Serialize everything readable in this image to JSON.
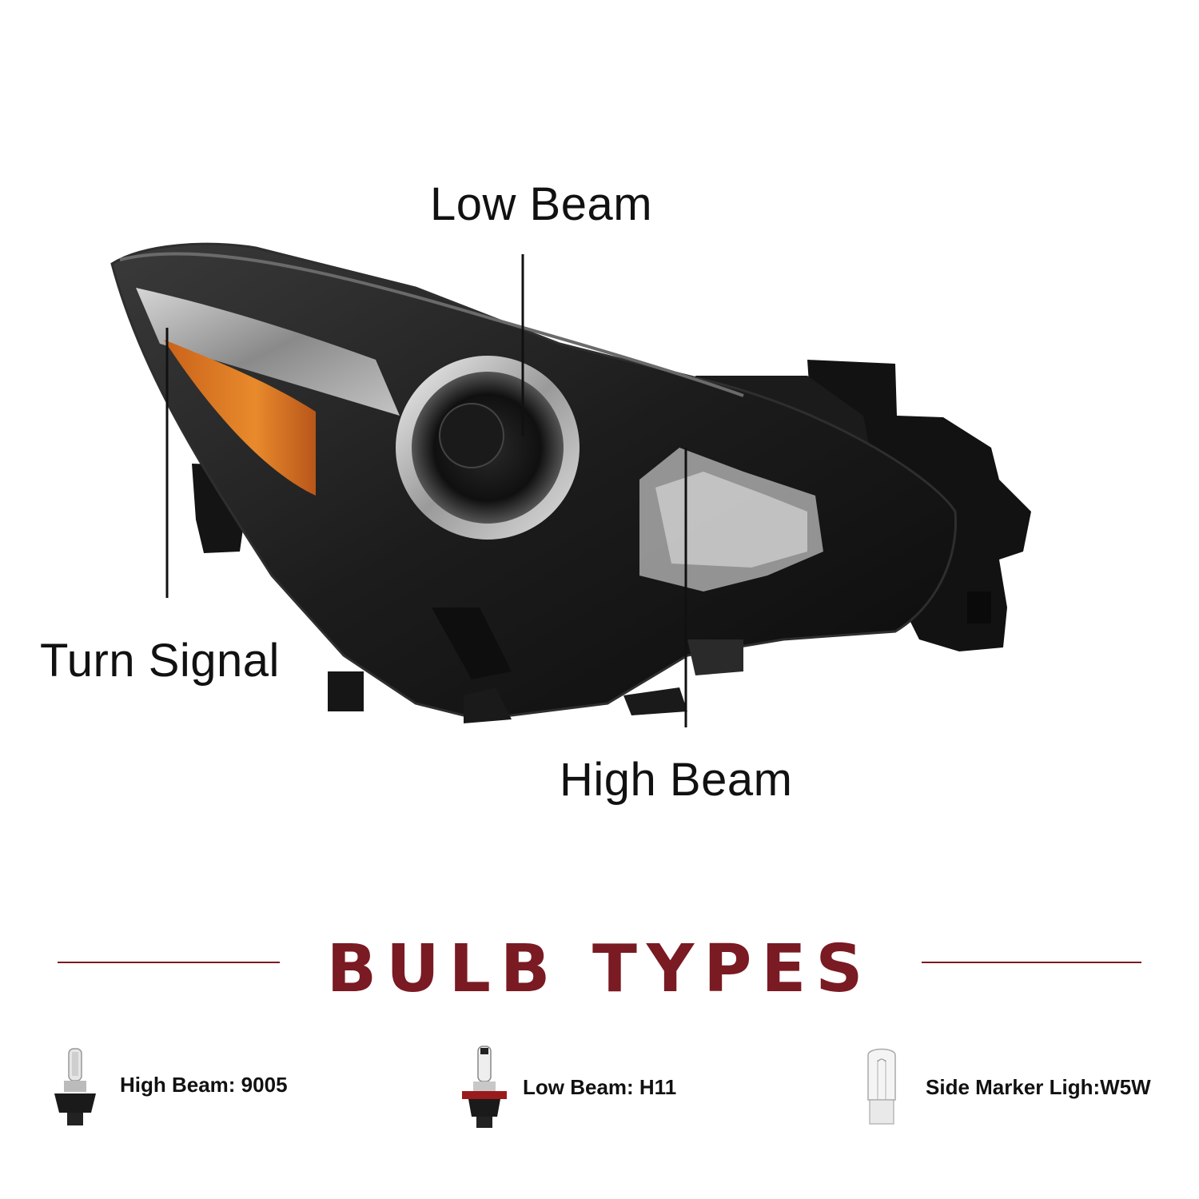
{
  "callouts": {
    "low_beam": "Low Beam",
    "turn_signal": "Turn Signal",
    "high_beam": "High Beam"
  },
  "section_title": "BULB TYPES",
  "bulbs": [
    {
      "label": "High Beam:  9005",
      "icon": "bulb-9005-icon"
    },
    {
      "label": "Low Beam:  H11",
      "icon": "bulb-h11-icon"
    },
    {
      "label": "Side Marker Ligh:W5W",
      "icon": "bulb-w5w-icon"
    }
  ],
  "colors": {
    "accent": "#7a1a22",
    "amber": "#d9741f",
    "housing": "#151515",
    "text": "#111111"
  }
}
